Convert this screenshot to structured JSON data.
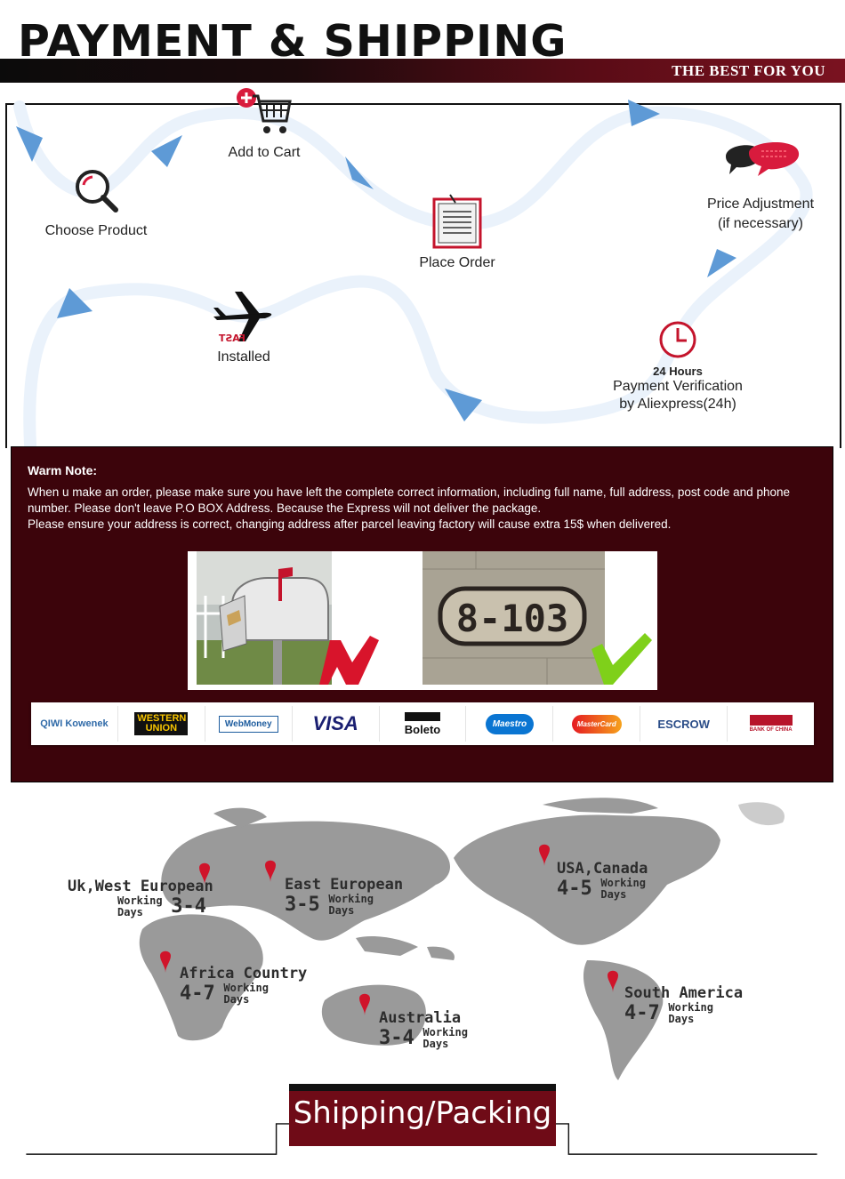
{
  "header": {
    "title": "PAYMENT & SHIPPING",
    "tagline": "THE BEST FOR YOU"
  },
  "steps": {
    "choose_product": "Choose Product",
    "add_to_cart": "Add to Cart",
    "place_order": "Place Order",
    "price_adjustment_line1": "Price Adjustment",
    "price_adjustment_line2": "(if necessary)",
    "verification_hours": "24 Hours",
    "verification_line1": "Payment Verification",
    "verification_line2": "by Aliexpress(24h)",
    "installed": "Installed",
    "fast_tag": "FAST"
  },
  "note": {
    "title": "Warm Note:",
    "paragraph1": "When u make an order, please make sure you have left the complete correct information, including full name, full address, post code and phone number. Please don't leave P.O BOX Address. Because the Express will not deliver the package.",
    "paragraph2": "Please ensure your address is correct, changing address after parcel leaving factory will cause extra 15$ when delivered.",
    "house_number": "8-103"
  },
  "payment_methods": [
    "QIWI Kowenek",
    "WESTERN UNION",
    "WebMoney",
    "VISA",
    "Boleto",
    "Maestro",
    "MasterCard",
    "ESCROW",
    "BANK OF CHINA"
  ],
  "shipping_regions": [
    {
      "name": "Uk,West European",
      "days": "3-4",
      "working": "Working",
      "days_word": "Days"
    },
    {
      "name": "East European",
      "days": "3-5",
      "working": "Working",
      "days_word": "Days"
    },
    {
      "name": "USA,Canada",
      "days": "4-5",
      "working": "Working",
      "days_word": "Days"
    },
    {
      "name": "Africa Country",
      "days": "4-7",
      "working": "Working",
      "days_word": "Days"
    },
    {
      "name": "Australia",
      "days": "3-4",
      "working": "Working",
      "days_word": "Days"
    },
    {
      "name": "South America",
      "days": "4-7",
      "working": "Working",
      "days_word": "Days"
    }
  ],
  "footer": {
    "section_title": "Shipping/Packing"
  },
  "colors": {
    "accent_dark_red": "#3c040b",
    "badge_red": "#6f0b17",
    "arrow_blue": "#5e9ad6",
    "path_light_blue": "#eaf2fb",
    "map_gray": "#9a9a9a",
    "pin_red": "#d0142a"
  }
}
